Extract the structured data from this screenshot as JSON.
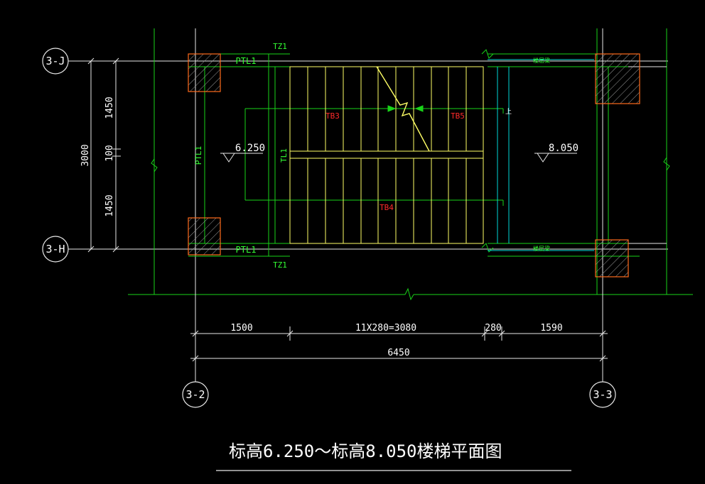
{
  "drawing": {
    "title": "标高6.250～标高8.050楼梯平面图",
    "grid_axes": {
      "top_row": "3-J",
      "bottom_row": "3-H",
      "left_col": "3-2",
      "right_col": "3-3"
    },
    "dimensions": {
      "vertical_total": "3000",
      "vertical_top": "1450",
      "vertical_mid": "100",
      "vertical_bottom": "1450",
      "horizontal_1": "1500",
      "horizontal_2": "11X280=3080",
      "horizontal_3": "280",
      "horizontal_4": "1590",
      "horizontal_total": "6450"
    },
    "elevations": {
      "left": "6.250",
      "right": "8.050"
    },
    "member_labels": {
      "tz_top": "TZ1",
      "tz_bottom": "TZ1",
      "ptl_top": "PTL1",
      "ptl_bottom": "PTL1",
      "ptl_left": "PTL1",
      "tl": "TL1",
      "tb_upper_left": "TB3",
      "tb_upper_right": "TB5",
      "tb_lower": "TB4",
      "up_mark": "上",
      "slab_top": "楼层梁",
      "slab_bottom": "楼层梁"
    },
    "colors": {
      "background": "#000000",
      "grid_line": "#19d419",
      "stair_tread": "#ffff66",
      "column_hatch": "#ff6a1a",
      "dimension": "#ffffff",
      "member_label_red": "#ff2a2a",
      "cyan": "#00d8d8"
    }
  }
}
